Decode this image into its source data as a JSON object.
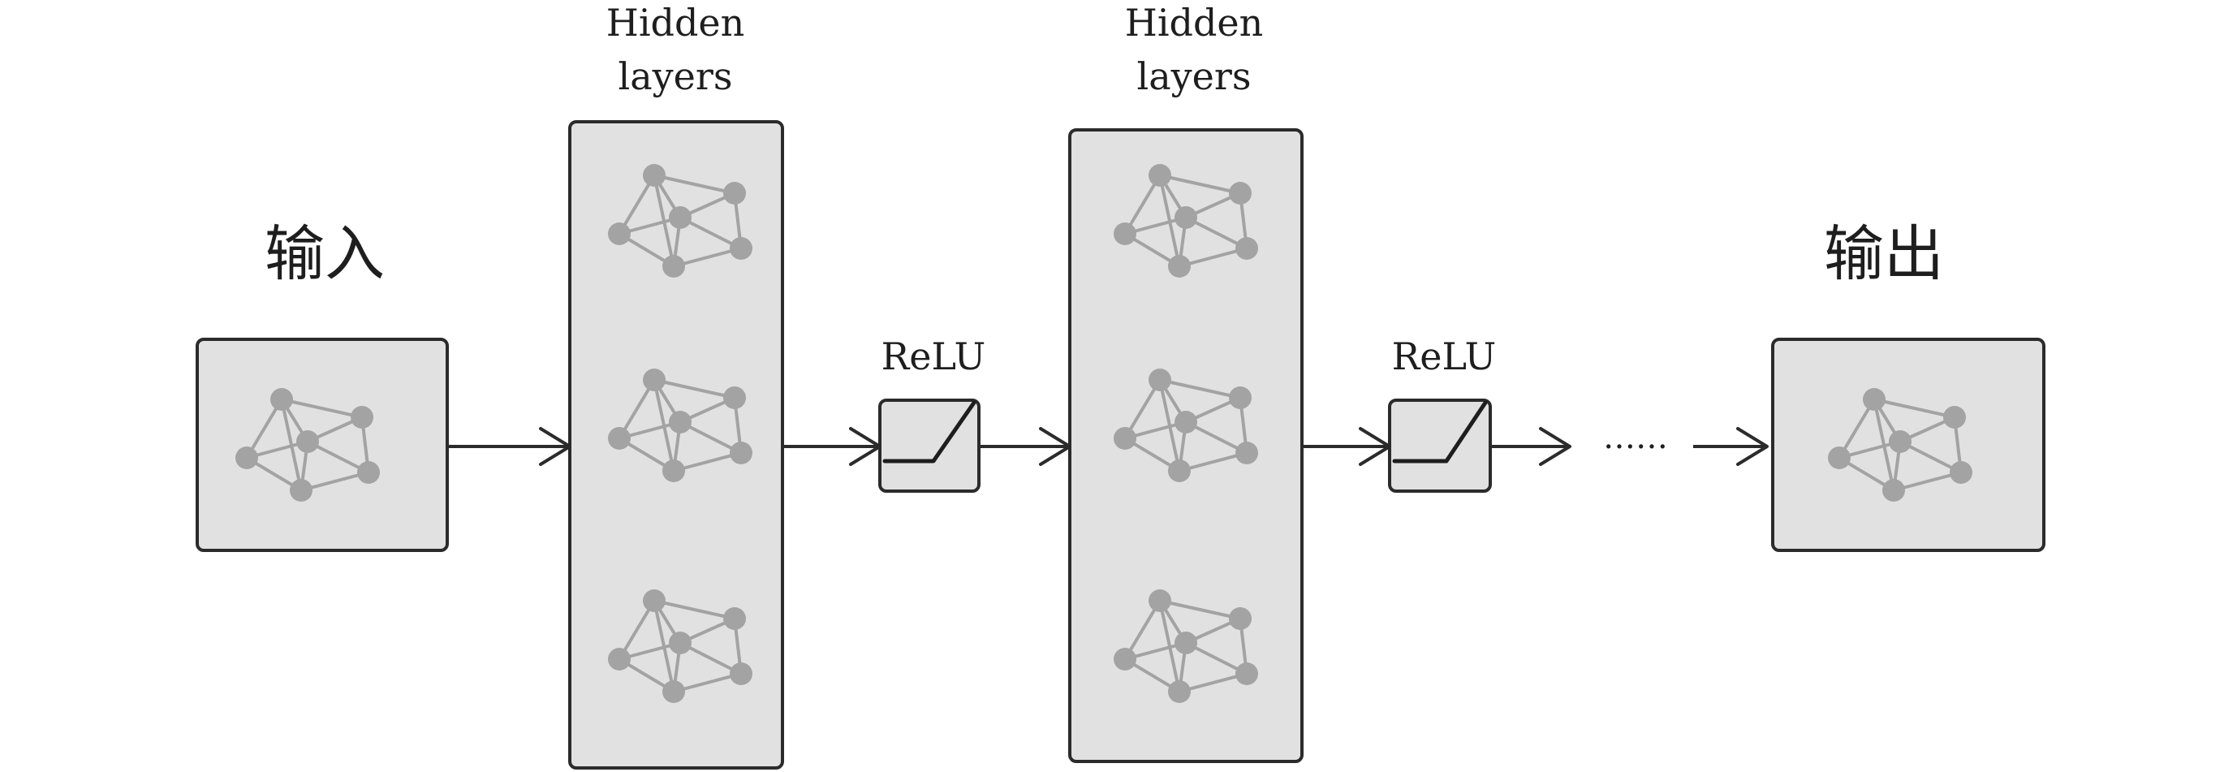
{
  "diagram": {
    "input": {
      "label": "输入"
    },
    "output": {
      "label": "输出"
    },
    "hidden_blocks": [
      {
        "label_line1": "Hidden",
        "label_line2": "layers"
      },
      {
        "label_line1": "Hidden",
        "label_line2": "layers"
      }
    ],
    "activations": [
      {
        "label": "ReLU"
      },
      {
        "label": "ReLU"
      }
    ],
    "ellipsis": "……",
    "colors": {
      "box_fill": "#e1e1e1",
      "box_stroke": "#2b2b2b",
      "network_glyph": "#a3a3a3",
      "text": "#1e1e1e"
    },
    "icons": [
      "network-icon",
      "relu-icon",
      "arrow-icon"
    ]
  }
}
